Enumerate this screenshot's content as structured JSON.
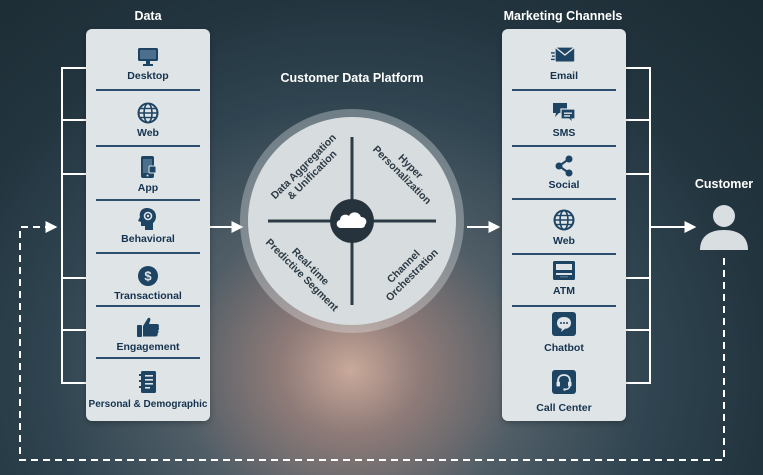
{
  "titles": {
    "data": "Data",
    "marketing": "Marketing Channels",
    "cdp": "Customer Data Platform",
    "customer": "Customer"
  },
  "data_sources": [
    {
      "label": "Desktop",
      "icon": "desktop-icon"
    },
    {
      "label": "Web",
      "icon": "globe-icon"
    },
    {
      "label": "App",
      "icon": "smartphone-icon"
    },
    {
      "label": "Behavioral",
      "icon": "head-gear-icon"
    },
    {
      "label": "Transactional",
      "icon": "dollar-coin-icon"
    },
    {
      "label": "Engagement",
      "icon": "thumbs-up-icon"
    },
    {
      "label": "Personal & Demographic",
      "icon": "notebook-icon"
    }
  ],
  "channels": [
    {
      "label": "Email",
      "icon": "envelope-icon"
    },
    {
      "label": "SMS",
      "icon": "chat-bubbles-icon"
    },
    {
      "label": "Social",
      "icon": "share-icon"
    },
    {
      "label": "Web",
      "icon": "globe-icon"
    },
    {
      "label": "ATM",
      "icon": "atm-icon"
    },
    {
      "label": "Chatbot",
      "icon": "chatbot-icon"
    },
    {
      "label": "Call Center",
      "icon": "headset-icon"
    }
  ],
  "cdp_segments": {
    "top_left": [
      "Data Aggregation",
      "& Unification"
    ],
    "top_right": [
      "Hyper",
      "Personalization"
    ],
    "bottom_left": [
      "Real-time",
      "Predictive Segment"
    ],
    "bottom_right": [
      "Channel",
      "Orchestration"
    ]
  },
  "colors": {
    "panel_bg": "#dfe4e7",
    "navy": "#15334f",
    "icon_bg": "#1e4463",
    "connector": "#ffffff"
  }
}
